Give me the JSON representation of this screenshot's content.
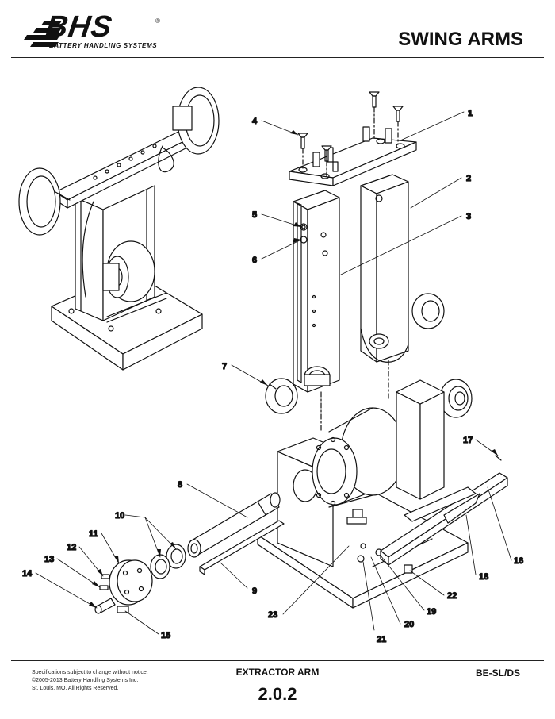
{
  "header": {
    "logo_text": "BHS",
    "logo_sub": "BATTERY HANDLING SYSTEMS",
    "title": "SWING ARMS"
  },
  "callouts": [
    "1",
    "2",
    "3",
    "4",
    "5",
    "6",
    "7",
    "8",
    "9",
    "10",
    "11",
    "12",
    "13",
    "14",
    "15",
    "16",
    "17",
    "18",
    "19",
    "20",
    "21",
    "22",
    "23"
  ],
  "footer": {
    "disclaimer_1": "Specifications subject to change without notice.",
    "disclaimer_2": "©2005-2013 Battery Handling Systems Inc.",
    "disclaimer_3": "St. Louis, MO.  All Rights Reserved.",
    "section": "EXTRACTOR ARM",
    "section_number": "2.0.2",
    "model": "BE-SL/DS"
  }
}
